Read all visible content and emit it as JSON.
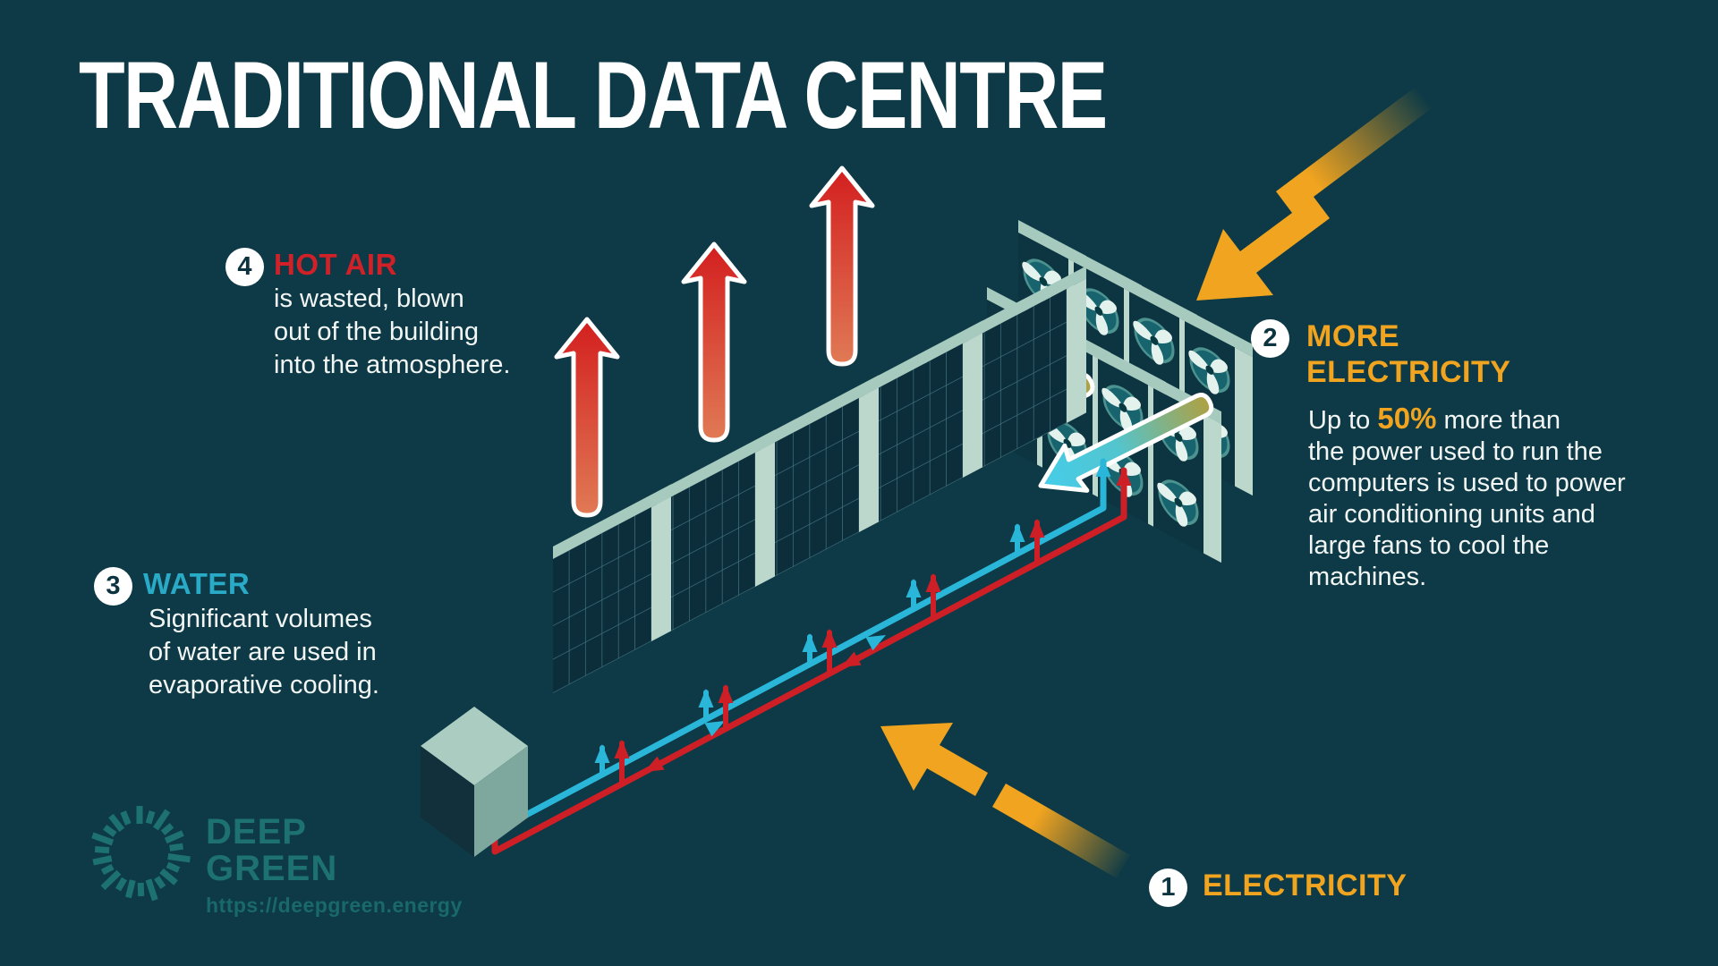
{
  "title": "TRADITIONAL DATA CENTRE",
  "sections": {
    "hot_air": {
      "number": "4",
      "label": "HOT AIR",
      "lines": [
        "is wasted, blown",
        "out of the building",
        "into the atmosphere."
      ]
    },
    "water": {
      "number": "3",
      "label": "WATER",
      "lines": [
        "Significant volumes",
        "of water are used in",
        "evaporative cooling."
      ]
    },
    "more_electricity": {
      "number": "2",
      "label_line1": "MORE",
      "label_line2": "ELECTRICITY",
      "intro_prefix": "Up to ",
      "intro_highlight": "50%",
      "intro_suffix": " more than",
      "lines": [
        "the power used to run the",
        "computers is used to power",
        "air conditioning units and",
        "large fans to cool the",
        "machines."
      ]
    },
    "electricity": {
      "number": "1",
      "label": "ELECTRICITY"
    }
  },
  "footer": {
    "brand_line1": "DEEP",
    "brand_line2": "GREEN",
    "url": "https://deepgreen.energy"
  },
  "colors": {
    "background": "#0d3a46",
    "accent_red": "#d02028",
    "accent_cyan": "#29aac7",
    "accent_orange": "#f0a420",
    "body_text": "#f2f6f4",
    "logo_teal": "#1d7170"
  },
  "icons": {
    "hot_air_arrow": "red-up-arrow",
    "cool_air_arrow": "cyan-diagonal-arrow",
    "electricity_bolt": "orange-lightning-arrow",
    "cold_water_pipe": "cyan-pipe",
    "hot_water_pipe": "red-pipe",
    "water_tank": "isometric-cube",
    "server_rack": "isometric-grid-rack",
    "fan_unit": "ac-fan-slab",
    "logo": "deep-green-radial-ring"
  }
}
